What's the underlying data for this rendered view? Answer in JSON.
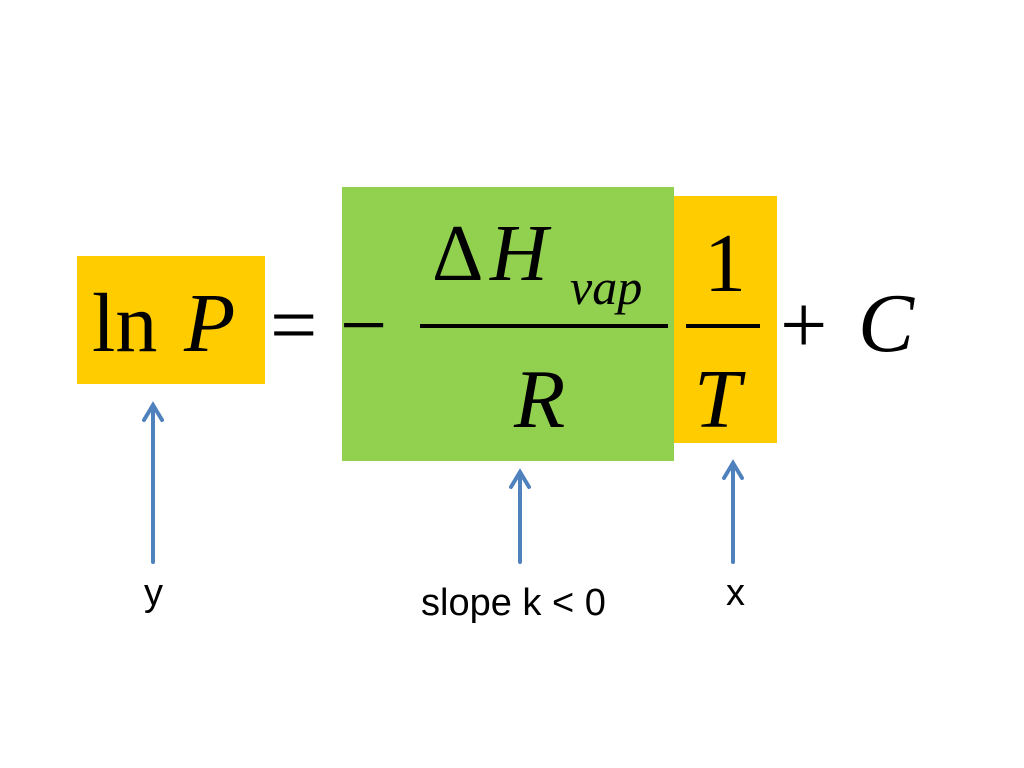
{
  "colors": {
    "y_box": "#ffcc00",
    "slope_box": "#92d050",
    "x_box": "#ffcc00",
    "arrow": "#4f81bd"
  },
  "equation": {
    "ln": "ln",
    "P": "P",
    "equals": "=",
    "minus": "−",
    "delta": "Δ",
    "H": "H",
    "vap": "vap",
    "R": "R",
    "one": "1",
    "T": "T",
    "plus": "+",
    "C": "C"
  },
  "annotations": {
    "y": "y",
    "slope": "slope k < 0",
    "x": "x"
  }
}
